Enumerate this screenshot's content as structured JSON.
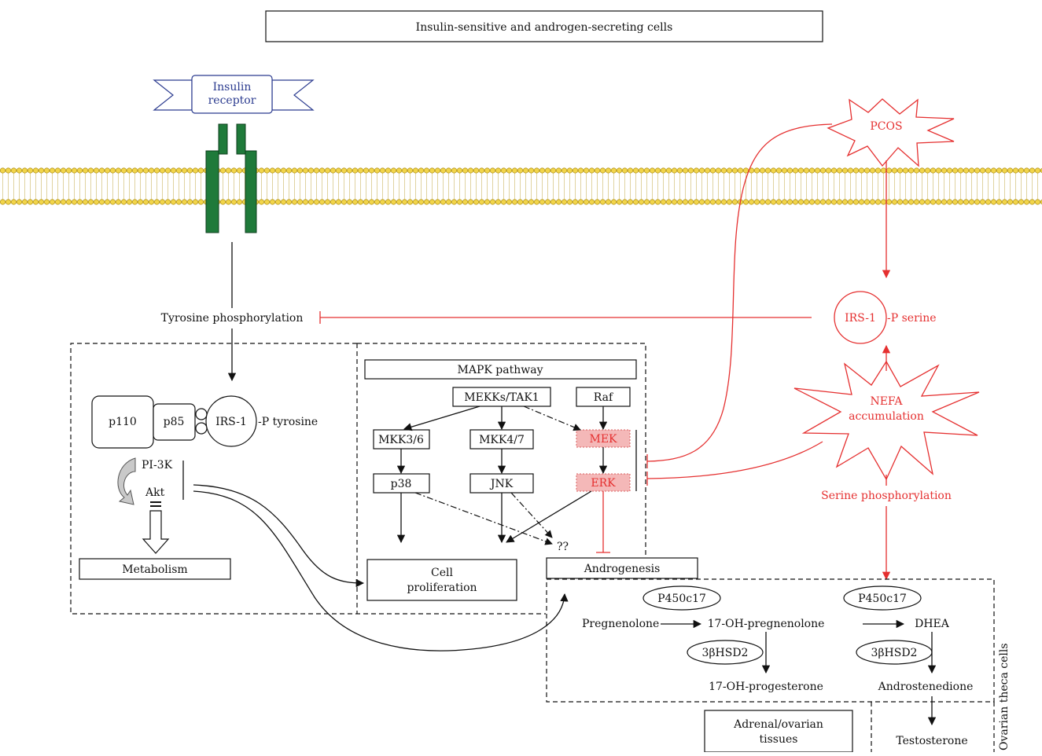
{
  "title": "Insulin-sensitive and androgen-secreting cells",
  "receptor": {
    "line1": "Insulin",
    "line2": "receptor"
  },
  "labels": {
    "tyrosine_phosphorylation": "Tyrosine phosphorylation",
    "p110": "p110",
    "p85": "p85",
    "irs1": "IRS-1",
    "p_tyrosine": "-P tyrosine",
    "pi3k": "PI-3K",
    "akt": "Akt",
    "metabolism": "Metabolism",
    "mapk_pathway": "MAPK pathway",
    "mekks": "MEKKs/TAK1",
    "raf": "Raf",
    "mkk36": "MKK3/6",
    "mkk47": "MKK4/7",
    "mek": "MEK",
    "erk": "ERK",
    "p38": "p38",
    "jnk": "JNK",
    "unknown": "??",
    "cell_prolif_1": "Cell",
    "cell_prolif_2": "proliferation",
    "androgenesis": "Androgenesis",
    "pcos": "PCOS",
    "irs1_red": "IRS-1",
    "p_serine": "-P serine",
    "nefa_1": "NEFA",
    "nefa_2": "accumulation",
    "serine_phosphorylation": "Serine phosphorylation",
    "p450_a": "P450c17",
    "p450_b": "P450c17",
    "pregnenolone": "Pregnenolone",
    "oh_pregnenolone": "17-OH-pregnenolone",
    "dhea": "DHEA",
    "hsd_a": "3βHSD2",
    "hsd_b": "3βHSD2",
    "oh_progesterone": "17-OH-progesterone",
    "androstenedione": "Androstenedione",
    "adrenal_1": "Adrenal/ovarian",
    "adrenal_2": "tissues",
    "testosterone": "Testosterone",
    "ovarian_theca": "Ovarian theca cells"
  },
  "colors": {
    "membrane": "#e8c83a",
    "receptor": "#1f7a3a",
    "inhibit_red": "#e53030",
    "highlight_fill": "#f4b8b8"
  }
}
